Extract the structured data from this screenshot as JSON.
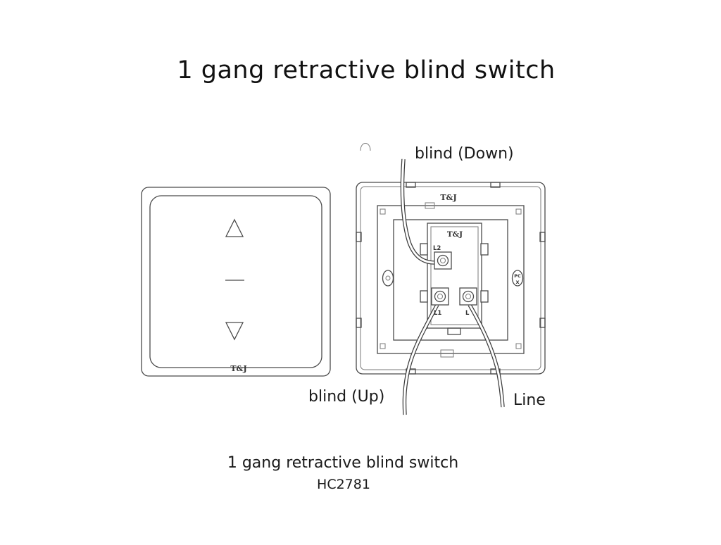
{
  "title": "1 gang retractive blind switch",
  "labels": {
    "blind_down": "blind (Down)",
    "blind_up": "blind (Up)",
    "line": "Line"
  },
  "front_view": {
    "brand": "T&J"
  },
  "back_view": {
    "brand_plate": "T&J",
    "brand_mechanism": "T&J",
    "terminal_l2": "L2",
    "terminal_l1": "L1",
    "terminal_l": "L",
    "material_mark_line1": "PC",
    "material_mark_line2": "X"
  },
  "caption": {
    "name": "1 gang retractive blind switch",
    "model": "HC2781"
  }
}
